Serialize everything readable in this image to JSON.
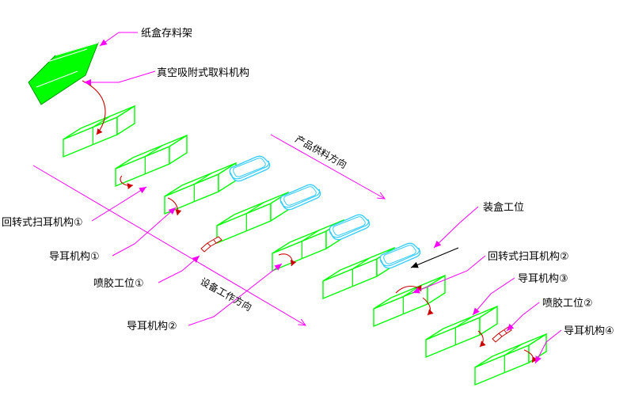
{
  "labels": {
    "carton_rack": "纸盒存料架",
    "vacuum_pickup": "真空吸附式取料机构",
    "rotary_ear_1": "回转式扫耳机构①",
    "guide_ear_1": "导耳机构①",
    "glue_station_1": "喷胶工位①",
    "guide_ear_2": "导耳机构②",
    "boxing_station": "装盒工位",
    "rotary_ear_2": "回转式扫耳机构②",
    "guide_ear_3": "导耳机构③",
    "glue_station_2": "喷胶工位②",
    "guide_ear_4": "导耳机构④"
  },
  "directions": {
    "product_feed": "产品供料方向",
    "equipment_work": "设备工作方向"
  },
  "colors": {
    "box": "#00ff00",
    "product": "#33ccff",
    "leader": "#ff00ff",
    "rotation_arrow": "#cc0000",
    "feed_arrow": "#000000"
  }
}
